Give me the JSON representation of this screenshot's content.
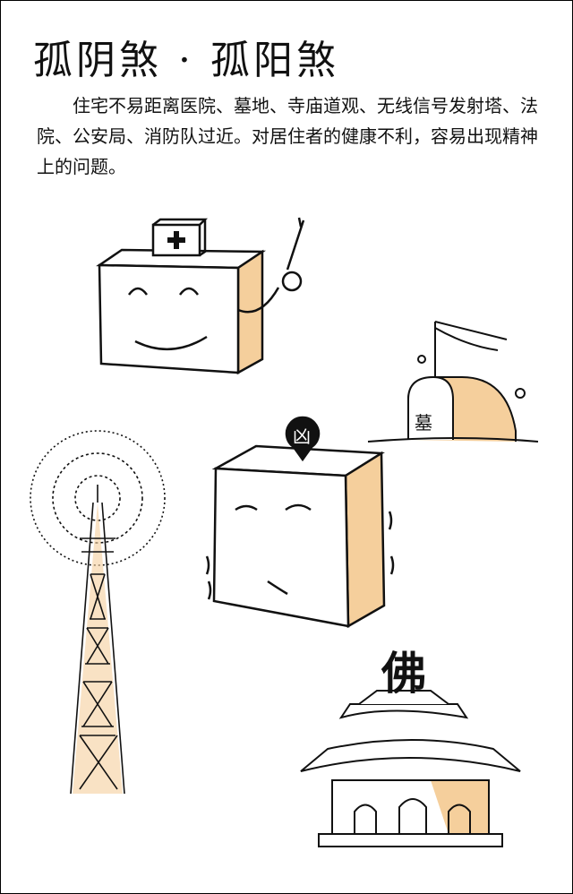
{
  "title": "孤阴煞 · 孤阳煞",
  "body": "住宅不易距离医院、墓地、寺庙道观、无线信号发射塔、法院、公安局、消防队过近。对居住者的健康不利，容易出现精神上的问题。",
  "illustrations": {
    "grave_label": "墓",
    "pin_label": "凶",
    "temple_label": "佛"
  },
  "colors": {
    "accent": "#f5cf9c",
    "ink": "#111111"
  }
}
